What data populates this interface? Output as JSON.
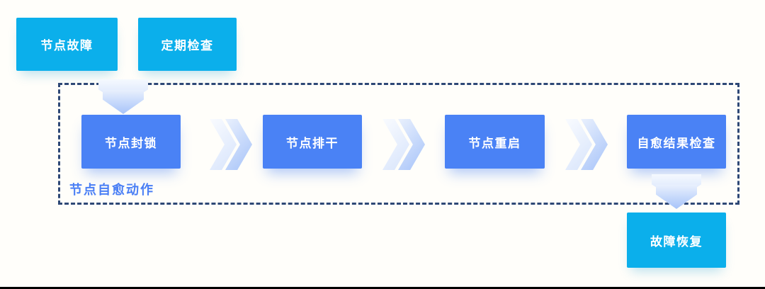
{
  "diagram": {
    "title": "node-self-healing-flow",
    "triggers": [
      {
        "label": "节点故障"
      },
      {
        "label": "定期检查"
      }
    ],
    "self_heal_group": {
      "label": "节点自愈动作"
    },
    "actions": [
      {
        "label": "节点封锁"
      },
      {
        "label": "节点排干"
      },
      {
        "label": "节点重启"
      },
      {
        "label": "自愈结果检查"
      }
    ],
    "result": {
      "label": "故障恢复"
    },
    "colors": {
      "trigger_fill": "#0bafeb",
      "action_fill": "#4a82f5",
      "group_label_text": "#4a7ff5",
      "dashed_border": "#2e4876",
      "arrow_gradient_end": "#a6c3f9",
      "node_text": "#ffffff",
      "background": "#fffefa"
    }
  }
}
